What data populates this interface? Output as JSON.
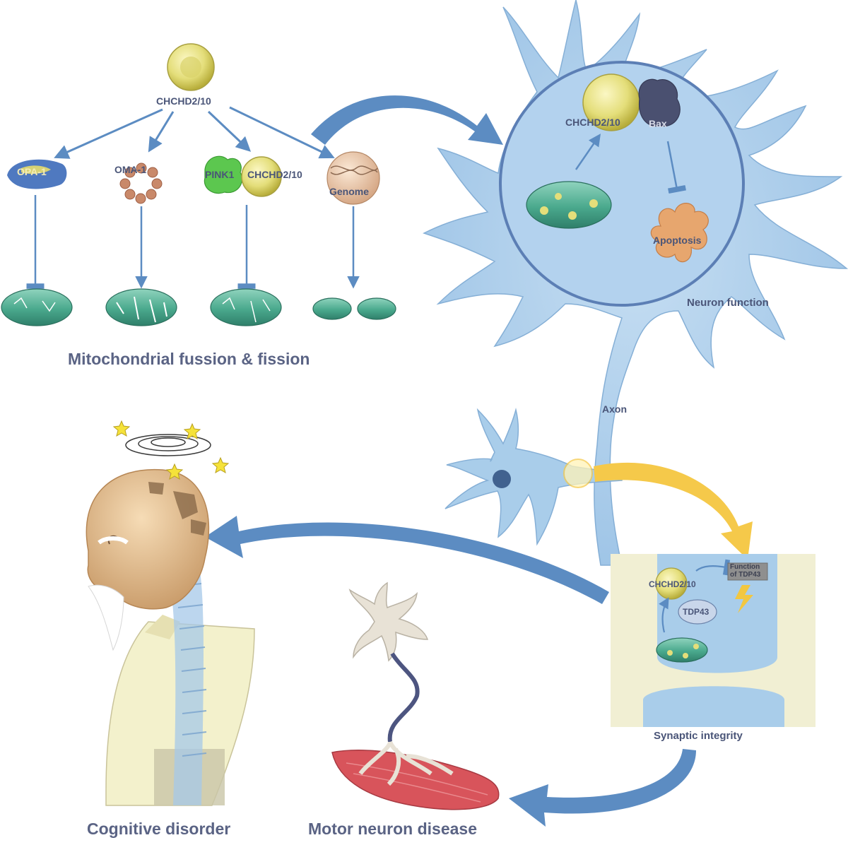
{
  "colors": {
    "neuron": "#a9cdea",
    "neuron_edge": "#7fa9cf",
    "arrow_blue": "#5c8cc2",
    "arrow_yellow": "#f5c94a",
    "protein_yellow": "#e4de7a",
    "mito_teal": "#56b59b",
    "bax": "#4a5070",
    "apoptosis": "#e7a66e",
    "muscle": "#d8545b",
    "synapse_panel": "#f1efd3",
    "skin": "#e9c99e",
    "shirt": "#f3f1cc",
    "label_text": "#4a5578"
  },
  "icons": [
    "chchd2-10-protein-icon",
    "opa1-protein-icon",
    "oma1-complex-icon",
    "pink1-protein-icon",
    "genome-icon",
    "bax-protein-icon",
    "apoptotic-body-icon",
    "mitochondrion-icon",
    "neuron-icon",
    "motor-neuron-icon",
    "muscle-icon",
    "person-icon",
    "dizzy-stars-icon",
    "tdp43-protein-icon",
    "lightning-icon"
  ],
  "mito_panel": {
    "source_protein": "CHCHD2/10",
    "pathways": [
      {
        "protein": "OPA-1"
      },
      {
        "protein": "OMA-1"
      },
      {
        "protein": "PINK1",
        "partner": "CHCHD2/10"
      },
      {
        "protein": "Genome"
      }
    ],
    "caption": "Mitochondrial fussion & fission"
  },
  "neuron": {
    "protein": "CHCHD2/10",
    "partner": "Bax",
    "outcome": "Apoptosis",
    "function_label": "Neuron function",
    "axon_label": "Axon"
  },
  "synapse": {
    "protein": "CHCHD2/10",
    "partner": "TDP43",
    "inhibited": "Function of TDP43",
    "caption": "Synaptic integrity"
  },
  "diseases": {
    "cognitive": "Cognitive disorder",
    "motor": "Motor neuron disease"
  }
}
